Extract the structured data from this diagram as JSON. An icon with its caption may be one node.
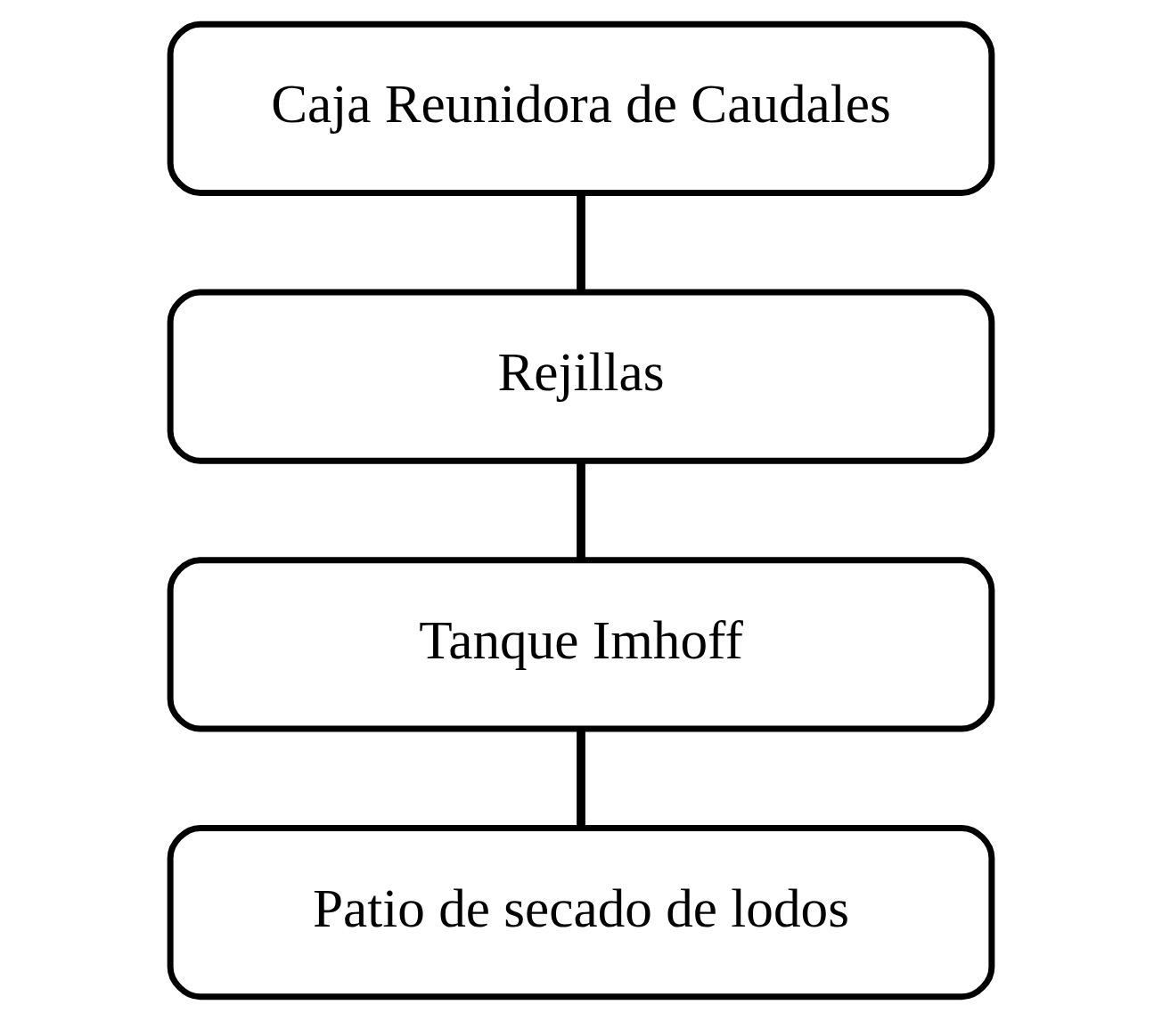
{
  "diagram": {
    "nodes": [
      {
        "text": [
          "Caja Reunidora de Caudales"
        ]
      },
      {
        "text": [
          "Rejillas"
        ]
      },
      {
        "text": [
          "Tanque Imhoff"
        ]
      },
      {
        "text": [
          "Patio de secado de lodos"
        ]
      }
    ],
    "edges": [
      {
        "from": 0,
        "to": 1,
        "arrow": "none"
      },
      {
        "from": 1,
        "to": 2,
        "arrow": "none"
      },
      {
        "from": 2,
        "to": 3,
        "arrow": "none"
      }
    ]
  }
}
